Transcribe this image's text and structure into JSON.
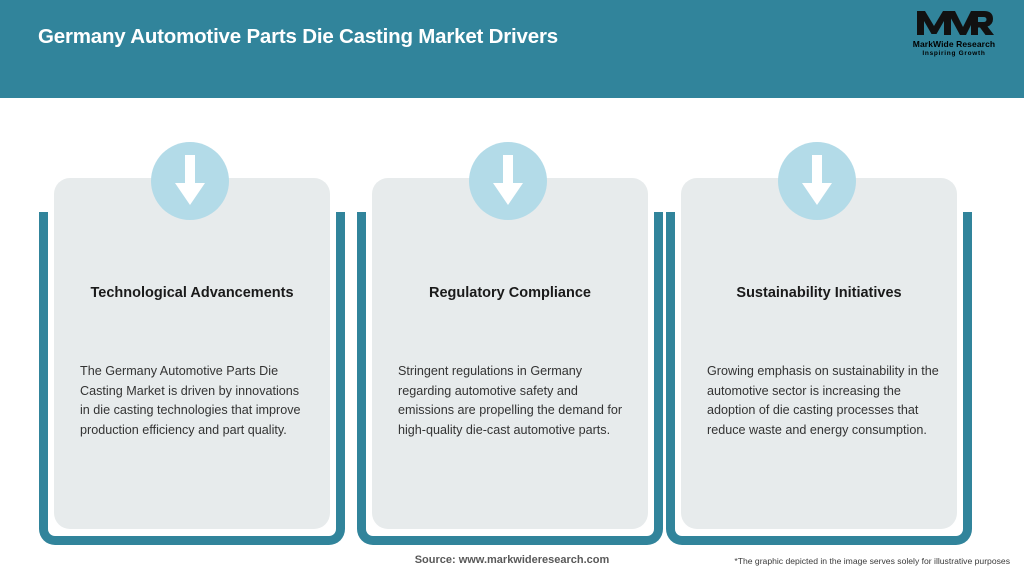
{
  "header": {
    "title": "Germany Automotive Parts Die Casting Market Drivers",
    "background_color": "#31849b",
    "title_color": "#ffffff",
    "logo": {
      "mark": "MWR",
      "name": "MarkWide Research",
      "tagline": "Inspiring Growth"
    }
  },
  "theme": {
    "accent_color": "#31849b",
    "card_background": "#e7ebec",
    "icon_circle_color": "#b3dbe8",
    "arrow_color": "#ffffff",
    "page_background": "#ffffff"
  },
  "cards": [
    {
      "icon": "arrow-down-icon",
      "title": "Technological Advancements",
      "body": "The Germany Automotive Parts Die Casting Market is driven by innovations in die casting technologies that improve production efficiency and part quality."
    },
    {
      "icon": "arrow-down-icon",
      "title": "Regulatory Compliance",
      "body": "Stringent regulations in Germany regarding automotive safety and emissions are propelling the demand for high-quality die-cast automotive parts."
    },
    {
      "icon": "arrow-down-icon",
      "title": "Sustainability Initiatives",
      "body": "Growing emphasis on sustainability in the automotive sector is increasing the adoption of die casting processes that reduce waste and energy consumption."
    }
  ],
  "footer": {
    "source": "Source: www.markwideresearch.com",
    "disclaimer": "*The graphic depicted in the image serves solely for illustrative purposes"
  }
}
